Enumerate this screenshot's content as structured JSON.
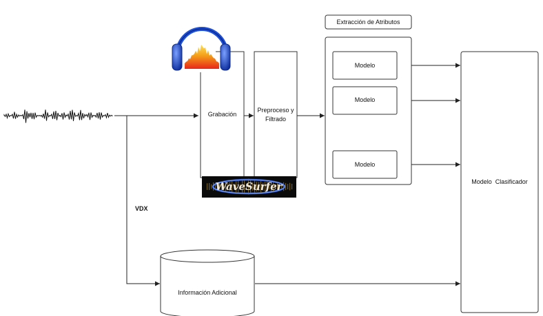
{
  "nodes": {
    "grabacion": "Grabación",
    "preproceso_line1": "Preproceso y",
    "preproceso_line2": "Filtrado",
    "extraccion_title": "Extracción de Atributos",
    "modelo_1": "Modelo",
    "modelo_2": "Modelo",
    "modelo_3": "Modelo",
    "clasificador": "Modelo  Clasificador",
    "informacion": "Información Adicional",
    "vdx": "VDX"
  },
  "logos": {
    "audacity": "audacity-headphones-logo",
    "wavesurfer_text": "WaveSurfer"
  },
  "colors": {
    "line": "#222222",
    "wavesurfer_bg": "#0b0b0b",
    "wavesurfer_ring": "#2b57c9",
    "audacity_blue": "#1d4fd8",
    "audacity_fire": "#f2a21a"
  }
}
